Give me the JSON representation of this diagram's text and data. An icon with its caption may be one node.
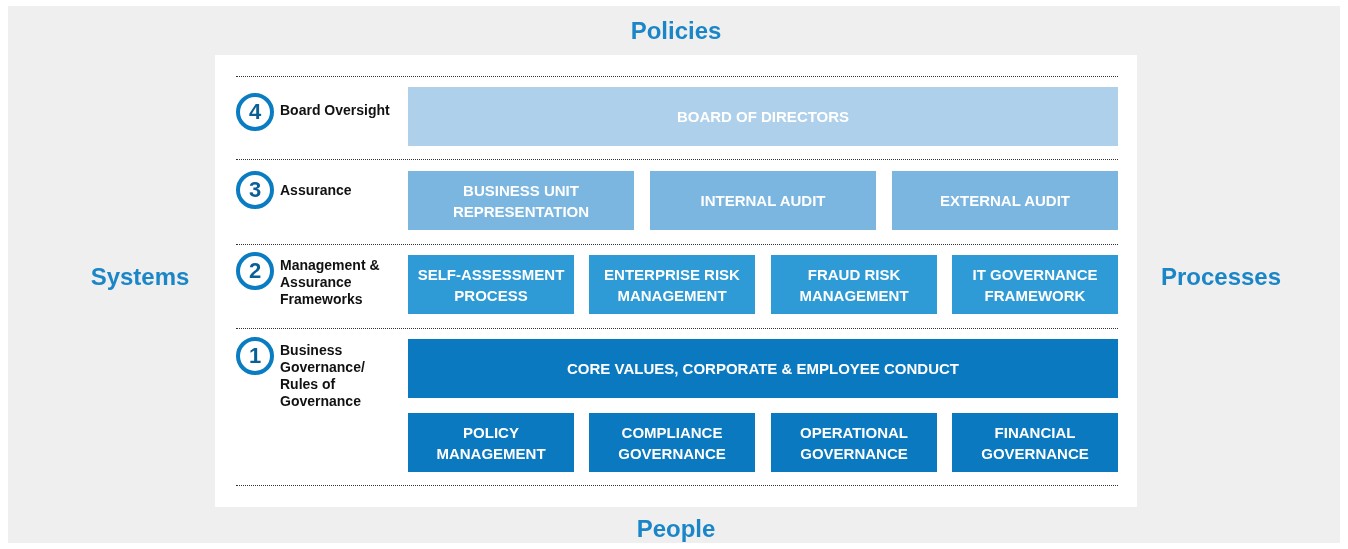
{
  "diagram": {
    "nodes": [
      {
        "text": [
          "4"
        ],
        "beside": [
          "Board Oversight"
        ]
      },
      {
        "text": [
          "BOARD OF DIRECTORS"
        ]
      },
      {
        "text": [
          "3"
        ],
        "beside": [
          "Assurance"
        ]
      },
      {
        "text": [
          "BUSINESS UNIT REPRESENTATION"
        ]
      },
      {
        "text": [
          "INTERNAL AUDIT"
        ]
      },
      {
        "text": [
          "EXTERNAL AUDIT"
        ]
      },
      {
        "text": [
          "2"
        ],
        "beside": [
          "Management & Assurance Frameworks"
        ]
      },
      {
        "text": [
          "SELF-ASSESSMENT PROCESS"
        ]
      },
      {
        "text": [
          "ENTERPRISE RISK MANAGEMENT"
        ]
      },
      {
        "text": [
          "FRAUD RISK MANAGEMENT"
        ]
      },
      {
        "text": [
          "IT GOVERNANCE FRAMEWORK"
        ]
      },
      {
        "text": [
          "1"
        ],
        "beside": [
          "Business Governance/ Rules of Governance"
        ]
      },
      {
        "text": [
          "CORE VALUES, CORPORATE & EMPLOYEE CONDUCT"
        ]
      },
      {
        "text": [
          "POLICY MANAGEMENT"
        ]
      },
      {
        "text": [
          "COMPLIANCE GOVERNANCE"
        ]
      },
      {
        "text": [
          "OPERATIONAL GOVERNANCE"
        ]
      },
      {
        "text": [
          "FINANCIAL GOVERNANCE"
        ]
      }
    ],
    "labels": [
      "Policies",
      "Systems",
      "Processes",
      "People"
    ]
  }
}
